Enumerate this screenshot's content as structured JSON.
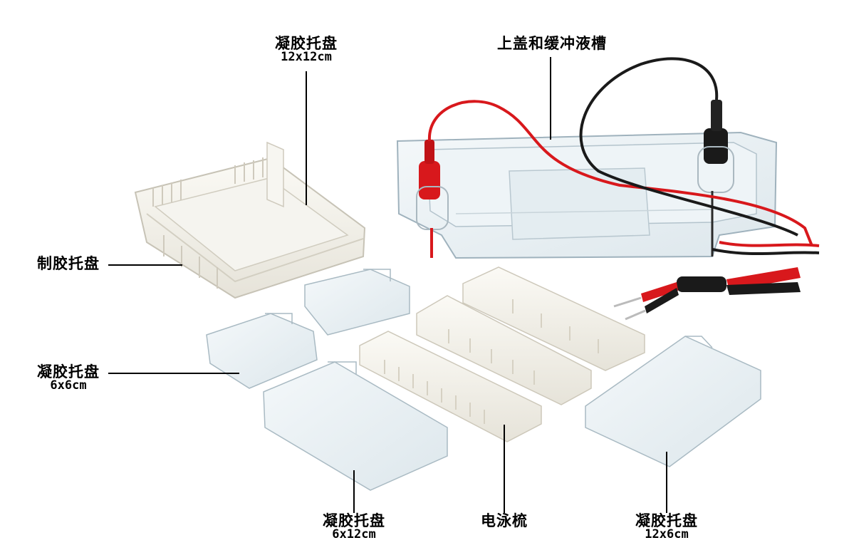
{
  "labels": {
    "tray_12x12": {
      "name": "凝胶托盘",
      "size": "12x12cm"
    },
    "lid_buffer_tank": {
      "name": "上盖和缓冲液槽"
    },
    "casting_tray": {
      "name": "制胶托盘"
    },
    "tray_6x6": {
      "name": "凝胶托盘",
      "size": "6x6cm"
    },
    "tray_6x12": {
      "name": "凝胶托盘",
      "size": "6x12cm"
    },
    "comb": {
      "name": "电泳梳"
    },
    "tray_12x6": {
      "name": "凝胶托盘",
      "size": "12x6cm"
    }
  },
  "colors": {
    "clear_plastic": "#e8f0f4",
    "plastic_edge": "#9fb2bd",
    "white_parts": "#f3f1ea",
    "red_lead": "#d8181c",
    "black_lead": "#1a1a1a"
  }
}
